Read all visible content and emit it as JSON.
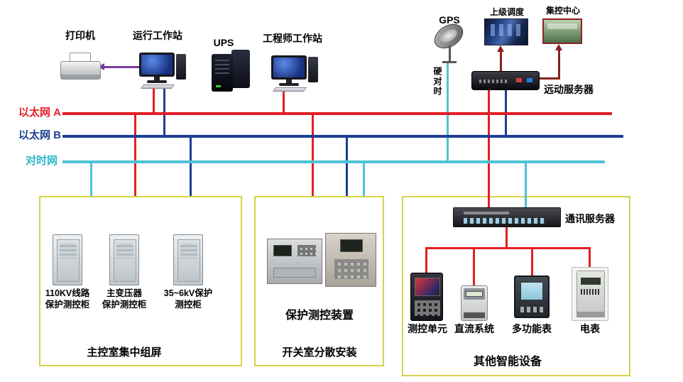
{
  "buses": {
    "ethernet_a": "以太网 A",
    "ethernet_b": "以太网 B",
    "time_sync": "对时网"
  },
  "devices": {
    "printer": "打印机",
    "operator_workstation": "运行工作站",
    "ups": "UPS",
    "engineer_workstation": "工程师工作站",
    "gps": "GPS",
    "hard_time_sync": "硬对时",
    "superior_dispatch": "上级调度",
    "control_center": "集控中心",
    "telecontrol_server": "远动服务器"
  },
  "left_panel": {
    "cabinets": [
      "110KV线路\n保护测控柜",
      "主变压器\n保护测控柜",
      "35~6kV保护\n测控柜"
    ],
    "caption": "主控室集中组屏"
  },
  "middle_panel": {
    "device_label": "保护测控装置",
    "caption": "开关室分散安装"
  },
  "right_panel": {
    "server_label": "通讯服务器",
    "devices": [
      "测控单元",
      "直流系统",
      "多功能表",
      "电表"
    ],
    "caption": "其他智能设备"
  },
  "colors": {
    "ethernet_a": "#e31e24",
    "ethernet_b": "#1c3f94",
    "time_sync": "#4cc3d6",
    "uplink_arrow": "#8a1f1f",
    "printer_link": "#7a3aa0",
    "panel_border": "#d4d44a"
  }
}
